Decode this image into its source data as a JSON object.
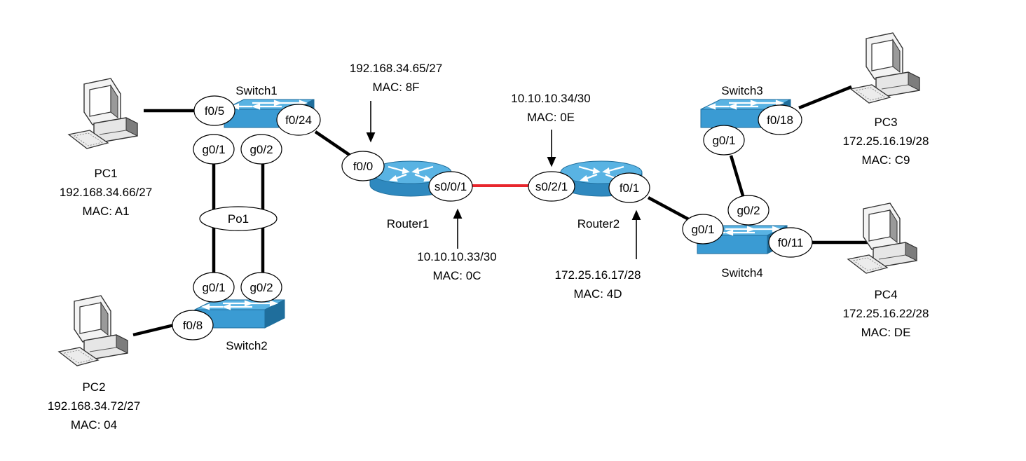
{
  "devices": {
    "pc1": {
      "name": "PC1",
      "ip": "192.168.34.66/27",
      "mac": "MAC: A1"
    },
    "pc2": {
      "name": "PC2",
      "ip": "192.168.34.72/27",
      "mac": "MAC: 04"
    },
    "pc3": {
      "name": "PC3",
      "ip": "172.25.16.19/28",
      "mac": "MAC: C9"
    },
    "pc4": {
      "name": "PC4",
      "ip": "172.25.16.22/28",
      "mac": "MAC: DE"
    },
    "switch1": {
      "name": "Switch1"
    },
    "switch2": {
      "name": "Switch2"
    },
    "switch3": {
      "name": "Switch3"
    },
    "switch4": {
      "name": "Switch4"
    },
    "router1": {
      "name": "Router1"
    },
    "router2": {
      "name": "Router2"
    }
  },
  "ports": {
    "sw1_f05": "f0/5",
    "sw1_f024": "f0/24",
    "sw1_g01": "g0/1",
    "sw1_g02": "g0/2",
    "po1": "Po1",
    "sw2_g01": "g0/1",
    "sw2_g02": "g0/2",
    "sw2_f08": "f0/8",
    "r1_f00": "f0/0",
    "r1_s001": "s0/0/1",
    "r2_s021": "s0/2/1",
    "r2_f01": "f0/1",
    "sw3_f018": "f0/18",
    "sw3_g01": "g0/1",
    "sw4_g02": "g0/2",
    "sw4_g01": "g0/1",
    "sw4_f011": "f0/11"
  },
  "interfaces": {
    "r1_f00": {
      "ip": "192.168.34.65/27",
      "mac": "MAC: 8F"
    },
    "r1_s001": {
      "ip": "10.10.10.33/30",
      "mac": "MAC: 0C"
    },
    "r2_s021": {
      "ip": "10.10.10.34/30",
      "mac": "MAC: 0E"
    },
    "r2_f01": {
      "ip": "172.25.16.17/28",
      "mac": "MAC: 4D"
    }
  },
  "colors": {
    "device_blue": "#3a9bd3",
    "device_dark": "#1f6e9c",
    "serial_link": "#e8262d"
  }
}
